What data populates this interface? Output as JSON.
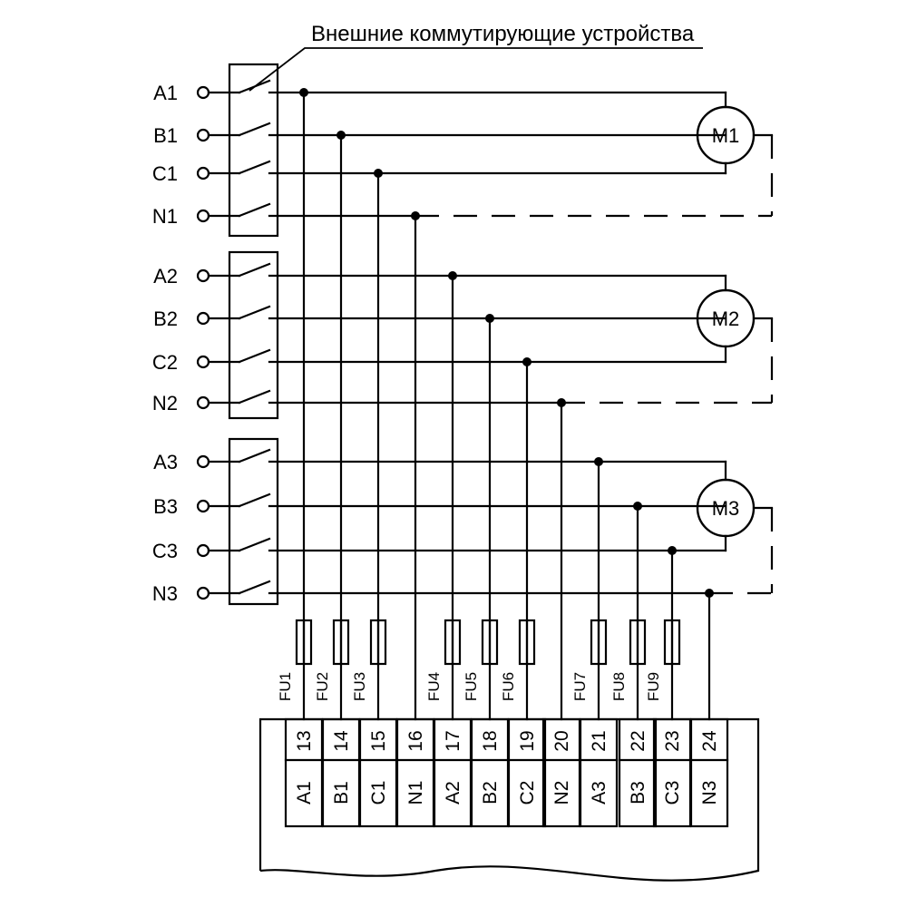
{
  "title": "Внешние коммутирующие устройства",
  "groups": [
    {
      "terminals": [
        "A1",
        "B1",
        "C1",
        "N1"
      ],
      "motor": "M1"
    },
    {
      "terminals": [
        "A2",
        "B2",
        "C2",
        "N2"
      ],
      "motor": "M2"
    },
    {
      "terminals": [
        "A3",
        "B3",
        "C3",
        "N3"
      ],
      "motor": "M3"
    }
  ],
  "fuses": [
    "FU1",
    "FU2",
    "FU3",
    "FU4",
    "FU5",
    "FU6",
    "FU7",
    "FU8",
    "FU9"
  ],
  "terminal_block": {
    "numbers": [
      "13",
      "14",
      "15",
      "16",
      "17",
      "18",
      "19",
      "20",
      "21",
      "22",
      "23",
      "24"
    ],
    "labels": [
      "A1",
      "B1",
      "C1",
      "N1",
      "A2",
      "B2",
      "C2",
      "N2",
      "A3",
      "B3",
      "C3",
      "N3"
    ]
  }
}
